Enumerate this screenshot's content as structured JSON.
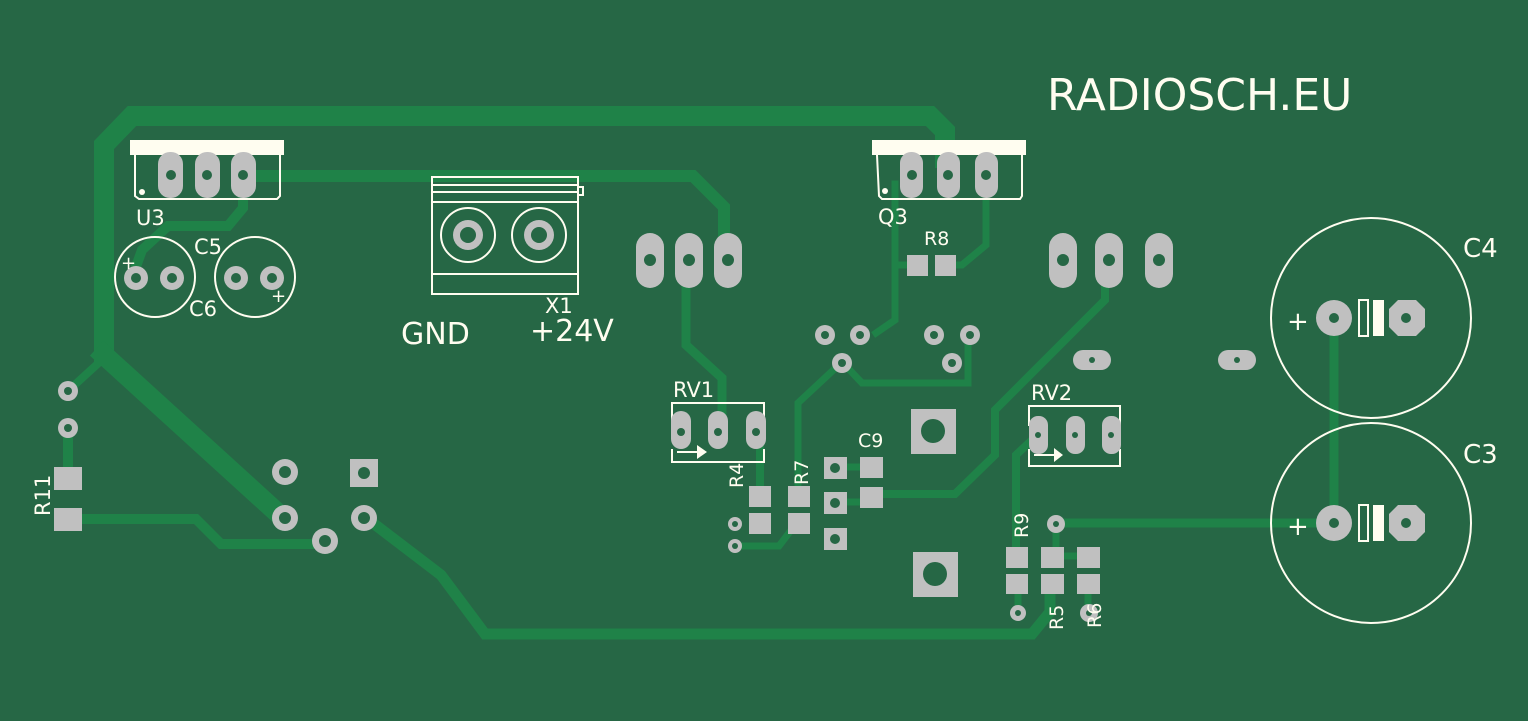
{
  "board": {
    "colors": {
      "substrate": "#266745",
      "copper": "#1f8248",
      "pad": "#c0c0c0",
      "silkscreen": "#fffdf0"
    },
    "title_text": "RADIOSCH.EU",
    "net_labels": {
      "gnd": "GND",
      "v24": "+24V"
    },
    "components": {
      "u3": "U3",
      "q3": "Q3",
      "c5": "C5",
      "c6": "C6",
      "x1": "X1",
      "r8": "R8",
      "rv1": "RV1",
      "rv2": "RV2",
      "r4": "R4",
      "r7": "R7",
      "c9": "C9",
      "c4": "C4",
      "c3": "C3",
      "r9": "R9",
      "r5": "R5",
      "r6": "R6",
      "r11": "R11"
    },
    "polarity_mark": "+"
  }
}
